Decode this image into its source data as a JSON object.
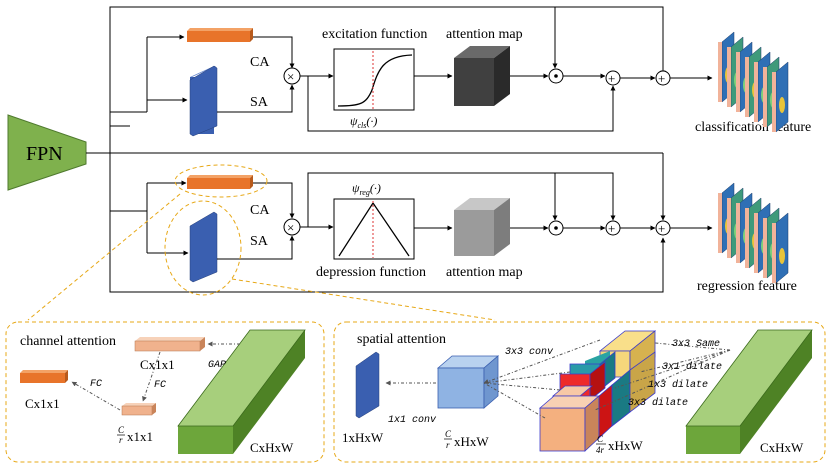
{
  "fpn": "FPN",
  "top": {
    "ca": "CA",
    "sa": "SA",
    "excitation": "excitation function",
    "attention_map": "attention map",
    "psi": "ψ",
    "psi_sub": "cls",
    "psi_arg": "(·)",
    "output": "classification feature"
  },
  "bottom": {
    "ca": "CA",
    "sa": "SA",
    "depression": "depression function",
    "attention_map": "attention map",
    "psi": "ψ",
    "psi_sub": "reg",
    "psi_arg": "(·)",
    "output": "regression feature"
  },
  "ops": {
    "mul": "×",
    "dot": "⊙",
    "plus": "+"
  },
  "channel_attention": {
    "title": "channel attention",
    "cx11_left": "Cx1x1",
    "cx11_top": "Cx1x1",
    "gap": "GAP",
    "fc1": "FC",
    "fc2": "FC",
    "reduced_c": "C",
    "reduced_r": "r",
    "reduced_tail": "x1x1",
    "chw": "CxHxW"
  },
  "spatial_attention": {
    "title": "spatial attention",
    "conv33": "3x3 conv",
    "conv11": "1x1 conv",
    "same": "3x3 Same",
    "dilate1": "3x1 dilate",
    "dilate2": "1x3 dilate",
    "dilate3": "3x3 dilate",
    "out_1hw": "1xHxW",
    "mid_c": "C",
    "mid_r": "r",
    "mid_tail": "xHxW",
    "in_c": "C",
    "in_r": "4r",
    "in_tail": "xHxW",
    "chw": "CxHxW"
  },
  "colors": {
    "orange": "#e8742a",
    "blue": "#3a5fb0",
    "green": "#7fb14d",
    "dashed": "#e7a817",
    "dark_cube": "#404040",
    "gray_cube": "#9b9b9b"
  }
}
